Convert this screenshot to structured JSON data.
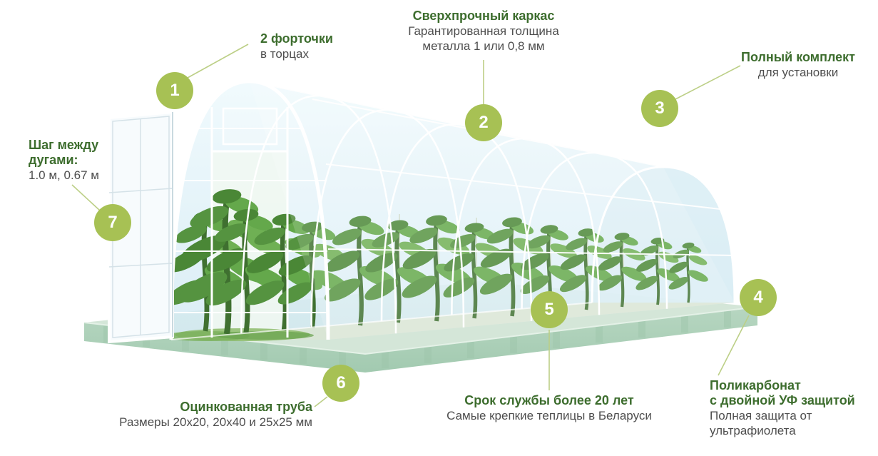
{
  "colors": {
    "badge-green": "#a7c154",
    "title-green": "#3d6d2e",
    "desc-gray": "#4e4e4e",
    "line-green": "#bccf86"
  },
  "callouts": {
    "c1": {
      "number": "1",
      "title": "2 форточки",
      "desc": "в торцах"
    },
    "c2": {
      "number": "2",
      "title": "Сверхпрочный каркас",
      "desc_line1": "Гарантированная толщина",
      "desc_line2": "металла 1 или 0,8 мм"
    },
    "c3": {
      "number": "3",
      "title": "Полный комплект",
      "desc": "для установки"
    },
    "c4": {
      "number": "4",
      "title_line1": "Поликарбонат",
      "title_line2": "с двойной УФ защитой",
      "desc_line1": "Полная защита от",
      "desc_line2": "ультрафиолета"
    },
    "c5": {
      "number": "5",
      "title": "Срок службы более 20 лет",
      "desc": "Самые крепкие теплицы в Беларуси"
    },
    "c6": {
      "number": "6",
      "title": "Оцинкованная труба",
      "desc": "Размеры 20х20, 20х40 и 25х25 мм"
    },
    "c7": {
      "number": "7",
      "title_line1": "Шаг между",
      "title_line2": "дугами:",
      "desc": "1.0 м, 0.67 м"
    }
  },
  "illustration": {
    "subject": "Арочная теплица из поликарбоната с открытой дверью и растениями внутри"
  }
}
